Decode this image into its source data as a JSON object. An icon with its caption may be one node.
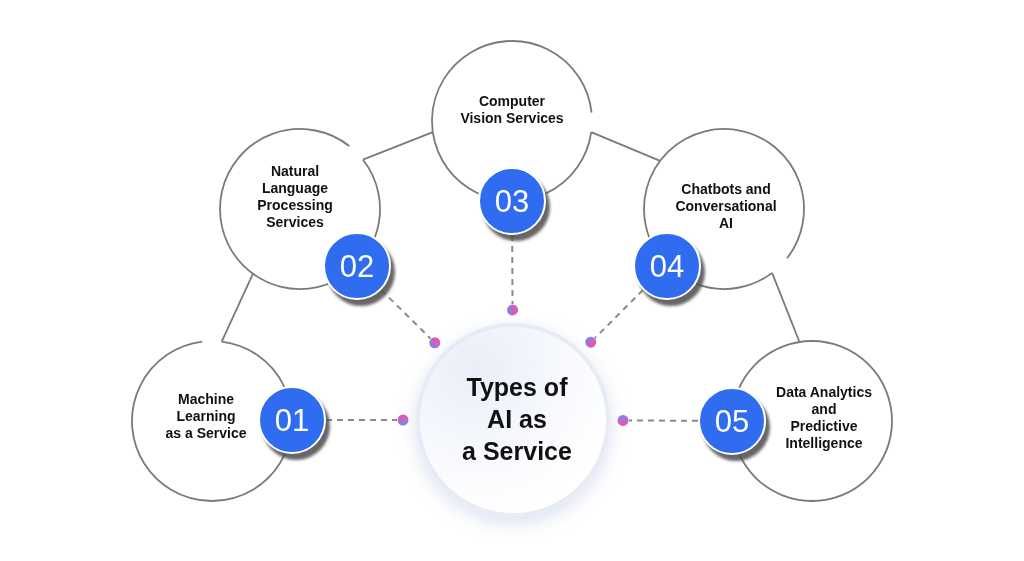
{
  "diagram": {
    "nodes": [
      {
        "text": [
          "Types of AI as a Service"
        ]
      },
      {
        "text": [
          "Machine Learning as a Service"
        ]
      },
      {
        "text": [
          "01"
        ]
      },
      {
        "text": [
          "Natural Language Processing Services"
        ]
      },
      {
        "text": [
          "02"
        ]
      },
      {
        "text": [
          "Computer Vision Services"
        ]
      },
      {
        "text": [
          "03"
        ]
      },
      {
        "text": [
          "Chatbots and Conversational AI"
        ]
      },
      {
        "text": [
          "04"
        ]
      },
      {
        "text": [
          "Data Analytics and Predictive Intelligence"
        ]
      },
      {
        "text": [
          "05"
        ]
      }
    ],
    "edges": [
      {
        "from": 1,
        "to": 3,
        "arrow": "none"
      },
      {
        "from": 3,
        "to": 5,
        "arrow": "none"
      },
      {
        "from": 5,
        "to": 7,
        "arrow": "none"
      },
      {
        "from": 7,
        "to": 9,
        "arrow": "none"
      },
      {
        "from": 2,
        "to": 0,
        "arrow": "other",
        "style": "dashed"
      },
      {
        "from": 4,
        "to": 0,
        "arrow": "other",
        "style": "dashed"
      },
      {
        "from": 6,
        "to": 0,
        "arrow": "other",
        "style": "dashed"
      },
      {
        "from": 8,
        "to": 0,
        "arrow": "other",
        "style": "dashed"
      },
      {
        "from": 10,
        "to": 0,
        "arrow": "other",
        "style": "dashed"
      }
    ]
  }
}
